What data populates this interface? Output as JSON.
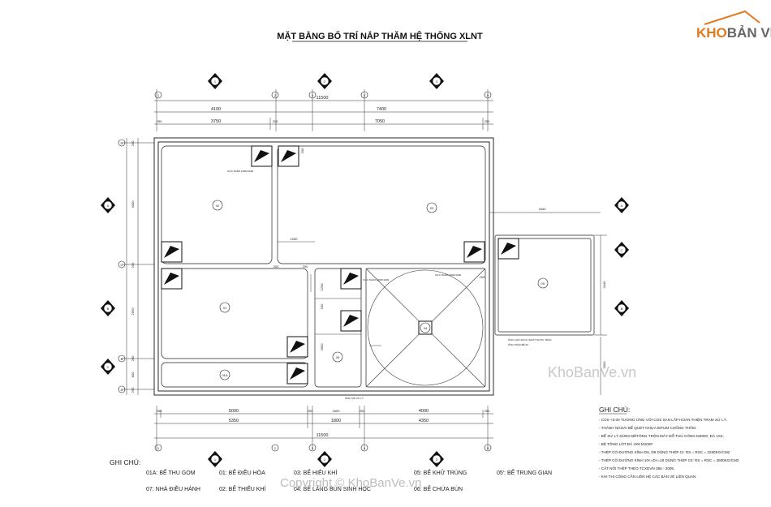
{
  "title": "MẶT BẰNG BỐ TRÍ NẮP THĂM HỆ THỐNG XLNT",
  "logo": {
    "part1": "KHO",
    "part2": "BẢN VẼ"
  },
  "watermark": {
    "site": "KhoBanVe.vn",
    "copyright": "Copyright © KhoBanVe.vn"
  },
  "grid_columns": [
    "1",
    "2",
    "3",
    "4",
    "5"
  ],
  "grid_rows": [
    "D",
    "C",
    "B",
    "A"
  ],
  "section_marks": {
    "top": [
      "1",
      "2",
      "3"
    ],
    "left": [
      "A",
      "B",
      "C"
    ],
    "right": [
      "A",
      "B",
      "C"
    ]
  },
  "dims_top": {
    "total": "11500",
    "row1": [
      "4100",
      "7400"
    ],
    "row2": [
      "3750",
      "200",
      "7050",
      "250"
    ],
    "row3": [
      "250"
    ]
  },
  "dims_bottom": {
    "total": "11500",
    "row1": [
      "250",
      "5000",
      "200",
      "1600",
      "200",
      "4000",
      "250"
    ],
    "row2": [
      "5350",
      "1800",
      "4350"
    ]
  },
  "dims_left": [
    "250",
    "4000",
    "200",
    "2950",
    "200",
    "800",
    "250"
  ],
  "dims_right": {
    "top": "3440",
    "side": "3440",
    "lower": "3000"
  },
  "dims_inner": [
    "1050",
    "200",
    "200",
    "1200",
    "200",
    "2600",
    "200",
    "200"
  ],
  "tanks": [
    "02",
    "03",
    "01",
    "01A",
    "04",
    "05",
    "05'"
  ],
  "tiny_labels": {
    "a": "CỬA THĂM 1000X1000",
    "b": "CỬA THĂM 1000X1000",
    "c": "CỬA THĂM 1000X1000",
    "d": "ỐNG CHỜ 200 & THOÁT NƯỚC TRÀN",
    "e": "ỐNG NỐI XỬ LÝ",
    "f": "ỐNG TRÀN BỂ 03"
  },
  "legend": {
    "heading": "GHI CHÚ:",
    "items": [
      "01A: BỂ THU GOM",
      "01: BỂ ĐIỀU HÒA",
      "03: BỂ HIẾU KHÍ",
      "05: BỂ KHỬ TRÙNG",
      "05': BỂ TRUNG GIAN",
      "07: NHÀ ĐIỀU HÀNH",
      "02: BỂ THIẾU KHÍ",
      "04: BỂ LẮNG BÙN SINH HỌC",
      "06: BỂ CHỨA BÙN"
    ]
  },
  "notes": {
    "heading": "GHI CHÚ:",
    "items": [
      "- COS +0.00 TƯƠNG ỨNG VỚI COS SAN LẤP HOÀN THIỆN TRẠM XỬ LÝ.",
      "- THÀNH NGOÀI BỂ QUÉT NHỰA BITUM CHỐNG THẤM.",
      "- BỂ XỬ LÝ DÙNG BÊTÔNG TRỘN MÁY ĐỔ THỦ CÔNG M300#, ĐÁ 1X2;",
      "- BÊ TÔNG LÓT ĐÁ 4X6 M100#",
      "- THÉP CÓ ĐƯỜNG KÍNH D6, D8 DÙNG THÉP CI: RS = RSC = 2250KG/CM2",
      "- THÉP CÓ ĐƯỜNG KÍNH 10<=D<=18 DÙNG THÉP CII: RS = RSC = 2800KG/CM2",
      "- CẮT NỐI THÉP THEO TCXDVN 356 - 2005.",
      "- KHI THI CÔNG CẦN LIÊN HỆ CÁC BẢN VẼ LIÊN QUAN"
    ]
  }
}
